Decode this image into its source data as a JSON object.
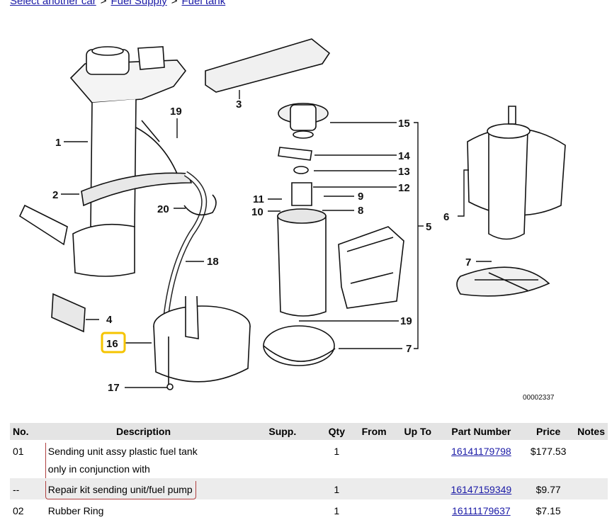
{
  "breadcrumb": {
    "link1": "Select another car",
    "link2": "Fuel Supply",
    "link3": "Fuel tank",
    "separator": ">"
  },
  "diagram": {
    "callouts": [
      "1",
      "2",
      "3",
      "4",
      "5",
      "6",
      "7",
      "7",
      "8",
      "9",
      "10",
      "11",
      "12",
      "13",
      "14",
      "15",
      "16",
      "17",
      "18",
      "19",
      "19",
      "20"
    ],
    "highlighted_callout": "16",
    "catalog_number": "00002337",
    "highlight_color": "#f5c400"
  },
  "table": {
    "headers": {
      "no": "No.",
      "description": "Description",
      "supp": "Supp.",
      "qty": "Qty",
      "from": "From",
      "upto": "Up To",
      "part": "Part Number",
      "price": "Price",
      "notes": "Notes"
    },
    "rows": [
      {
        "no": "01",
        "desc1": "Sending unit assy plastic fuel tank",
        "desc2": "only in conjunction with",
        "supp": "",
        "qty": "1",
        "from": "",
        "upto": "",
        "part": "16141179798",
        "price": "$177.53",
        "notes": ""
      },
      {
        "no": "--",
        "desc1": "Repair kit sending unit/fuel pump",
        "supp": "",
        "qty": "1",
        "from": "",
        "upto": "",
        "part": "16147159349",
        "price": "$9.77",
        "notes": ""
      },
      {
        "no": "02",
        "desc1": "Rubber Ring",
        "supp": "",
        "qty": "1",
        "from": "",
        "upto": "",
        "part": "16111179637",
        "price": "$7.15",
        "notes": ""
      }
    ]
  }
}
